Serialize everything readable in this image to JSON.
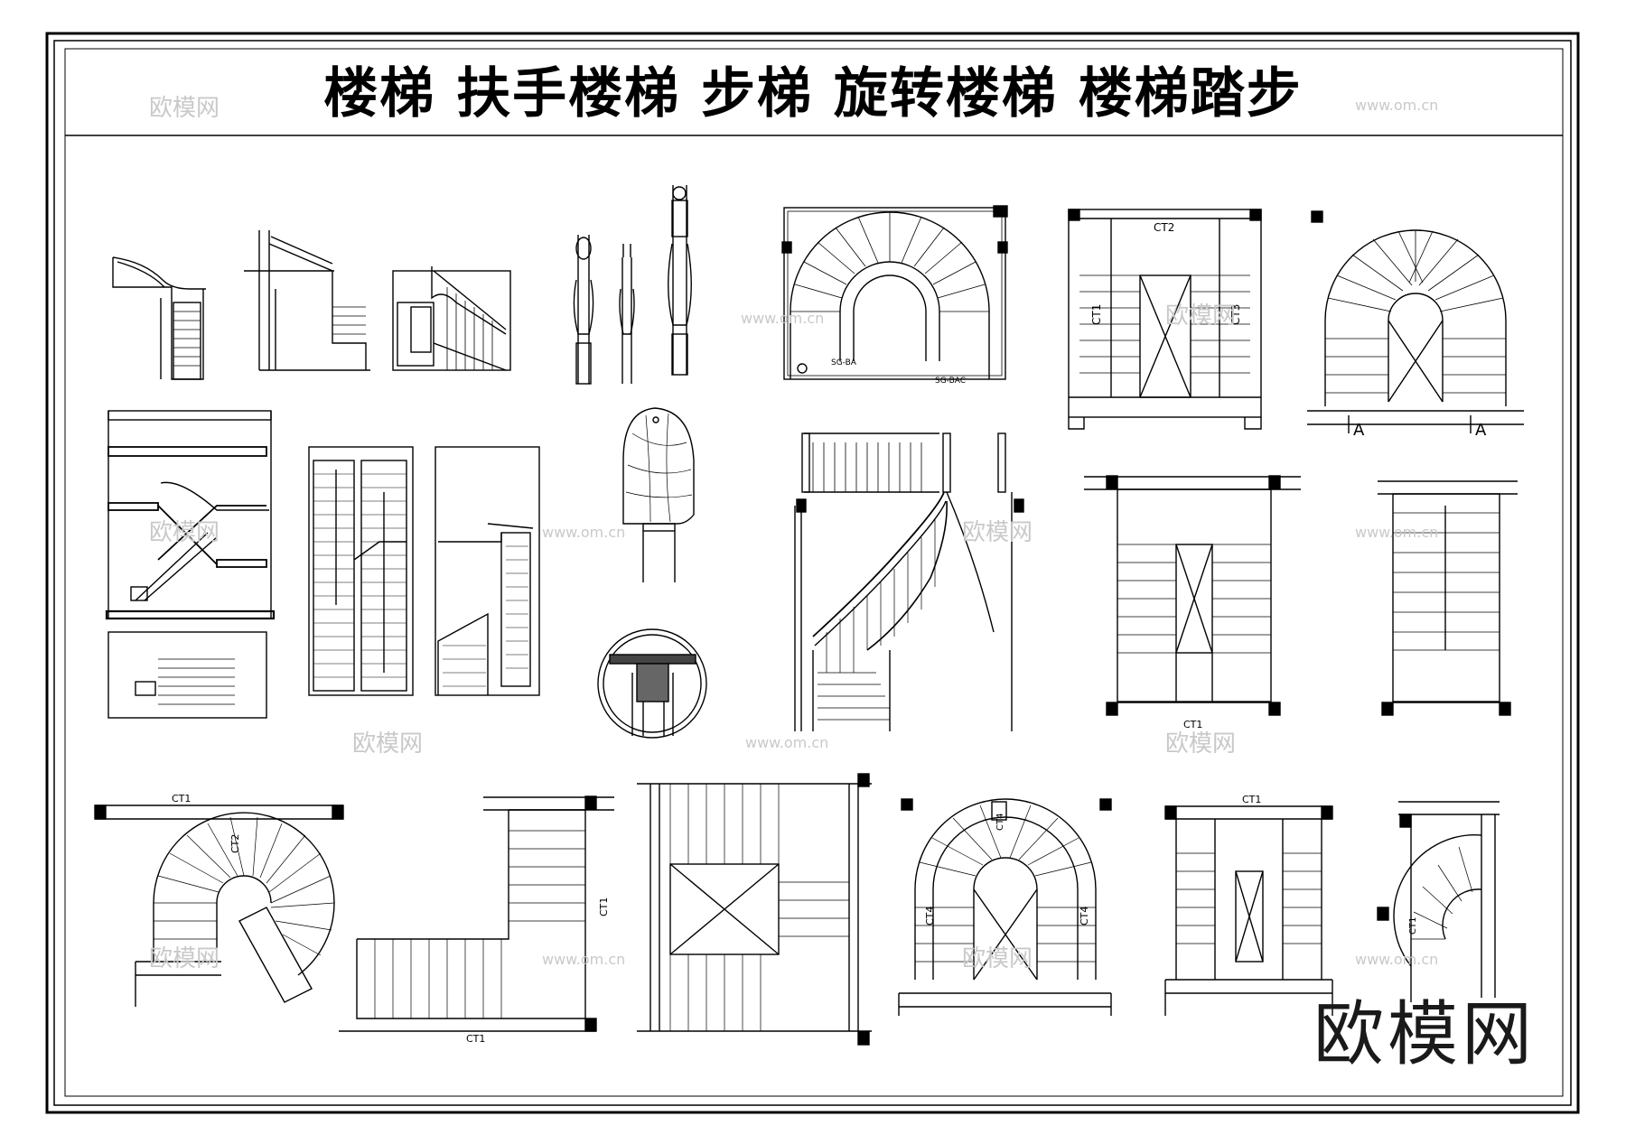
{
  "title": "楼梯  扶手楼梯  步梯  旋转楼梯  楼梯踏步",
  "brand": "欧模网",
  "watermark": {
    "logo": "欧模网",
    "url": "www.om.cn"
  },
  "labels": {
    "ct1": "CT1",
    "ct2": "CT2",
    "ct3": "CT3",
    "ct4": "CT4",
    "section_a": "A",
    "sg_bac": "SG-BAC",
    "sg_ba": "SG-BA"
  }
}
